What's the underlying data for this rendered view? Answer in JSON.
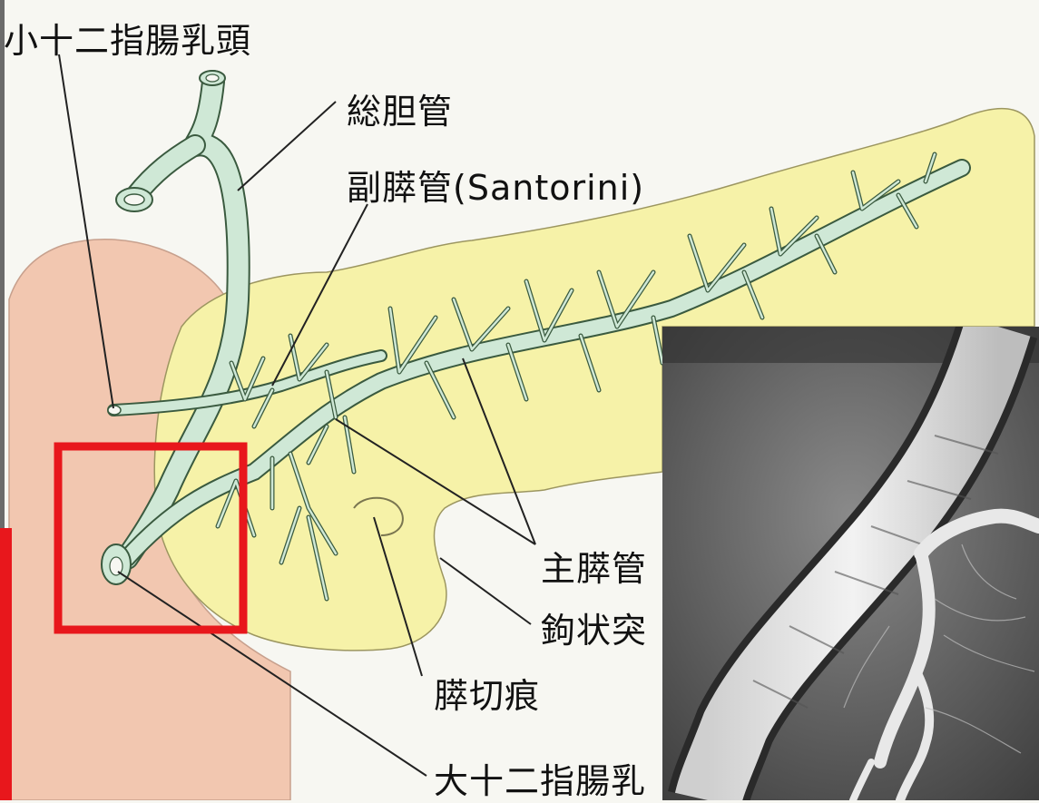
{
  "labels": {
    "minor_papilla": "小十二指腸乳頭",
    "common_bile_duct": "総胆管",
    "accessory_duct": "副膵管(Santorini)",
    "main_duct": "主膵管",
    "uncinate": "鉤状突",
    "pancreatic_notch": "膵切痕",
    "major_papilla": "大十二指腸乳"
  },
  "colors": {
    "pancreas": "#f6f2a8",
    "duodenum": "#f2c7b0",
    "duct": "#cfe8d6",
    "duct_outline": "#3a5a3f",
    "highlight": "#e8171c"
  }
}
